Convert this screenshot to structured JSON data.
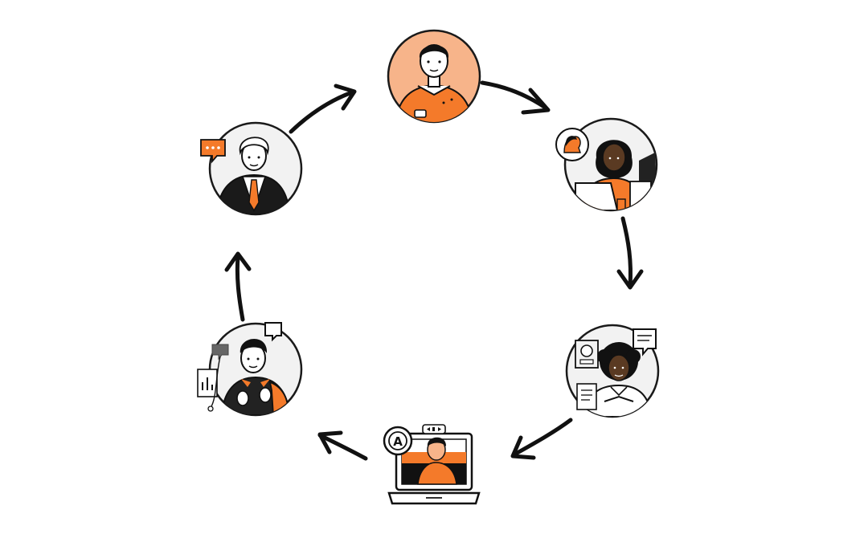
{
  "diagram": {
    "type": "cycle",
    "direction": "clockwise",
    "node_count": 6,
    "colors": {
      "accent": "#F47A2A",
      "accent_light": "#F7B48A",
      "ink": "#111111",
      "circle_fill": "#F2F2F2",
      "circle_stroke": "#1A1A1A",
      "background": "#FFFFFF"
    },
    "nodes": [
      {
        "id": "top",
        "figure": "woman-orange-sweater",
        "icons": []
      },
      {
        "id": "upper-right",
        "figure": "woman-laptop-desk",
        "icons": [
          "profile-bubble-icon",
          "laptop-icon"
        ]
      },
      {
        "id": "lower-right",
        "figure": "woman-hands-together",
        "icons": [
          "chat-bubble-icon",
          "profile-card-icon",
          "document-icon"
        ]
      },
      {
        "id": "bottom",
        "figure": "laptop-video-call",
        "icons": [
          "letter-a-badge-icon",
          "media-controls-icon",
          "laptop-icon"
        ]
      },
      {
        "id": "lower-left",
        "figure": "man-explaining",
        "icons": [
          "chat-bubble-icon",
          "document-chart-icon"
        ]
      },
      {
        "id": "upper-left",
        "figure": "older-man-suit",
        "icons": [
          "orange-chat-bubble-icon"
        ]
      }
    ],
    "badge_letter": "A"
  }
}
